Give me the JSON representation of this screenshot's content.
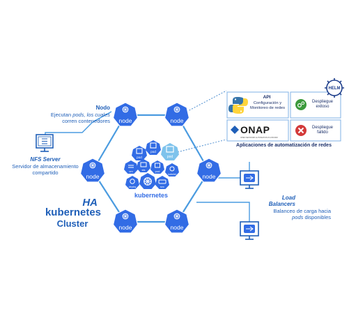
{
  "colors": {
    "primary": "#326ce5",
    "accent": "#1f5fb8",
    "line": "#4a9be0",
    "dashed": "#4a8ccf",
    "success": "#3c9a3c",
    "fail": "#d33a3a"
  },
  "nodes": {
    "label": "node",
    "icon": "node-wheel-icon",
    "count": 6
  },
  "cluster": {
    "center_label": "kubernetes",
    "pods": [
      "pod",
      "pod",
      "pod",
      "pod"
    ],
    "components": [
      "cm",
      "sts",
      "kubelet",
      "deploy",
      "svc"
    ],
    "title_line1": "HA",
    "title_line2": "kubernetes",
    "title_line3": "Cluster"
  },
  "nodo_note": {
    "title": "Nodo",
    "line1_pre": "Ejecutan ",
    "line1_em": "pods, los cuales",
    "line2": "corren contenedores"
  },
  "nfs": {
    "title": "NFS Server",
    "line1": "Servidor de almacenamiento",
    "line2": "compartido"
  },
  "lb": {
    "title_line1": "Load",
    "title_line2": "Balancers",
    "line1": "Balanceo de carga hacia",
    "line2_em": "pods",
    "line2_post": " disponibles"
  },
  "apps": {
    "helm_label": "HELM",
    "api_title": "API",
    "api_line1": "Configuración y",
    "api_line2": "Monitoreo de redes",
    "success_line1": "Despliegue",
    "success_line2": "exitoso",
    "fail_line1": "Despliegue",
    "fail_line2": "fallido",
    "onap_logo": "ONAP",
    "onap_tagline": "OPEN NETWORK AUTOMATION PLATFORM",
    "caption": "Aplicaciones de automatización de redes"
  }
}
